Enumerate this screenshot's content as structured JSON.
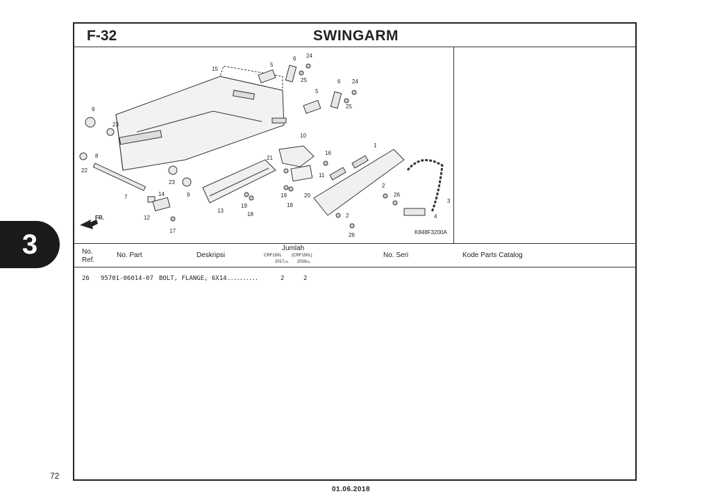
{
  "header": {
    "code": "F-32",
    "title": "SWINGARM"
  },
  "section_tab": "3",
  "page_number": "72",
  "footer_date": "01.06.2018",
  "diagram": {
    "image_code": "K848F3200A",
    "direction_label": "FR.",
    "callouts": [
      "1",
      "2",
      "2",
      "3",
      "4",
      "5",
      "5",
      "6",
      "6",
      "7",
      "8",
      "9",
      "9",
      "10",
      "11",
      "12",
      "13",
      "14",
      "15",
      "16",
      "17",
      "18",
      "18",
      "19",
      "19",
      "20",
      "21",
      "22",
      "23",
      "23",
      "24",
      "24",
      "25",
      "25",
      "26",
      "26"
    ]
  },
  "table": {
    "headers": {
      "no_ref": "No.\nRef.",
      "no_part": "No. Part",
      "deskripsi": "Deskripsi",
      "jumlah": "Jumlah",
      "model_1": "CRF150L",
      "model_2": "(CRF150L)",
      "year_1": "2017",
      "year_1_code": "(H)",
      "year_2": "2018",
      "year_2_code": "(K)",
      "no_seri": "No. Seri",
      "kode_parts": "Kode Parts Catalog"
    },
    "rows": [
      {
        "ref": "26",
        "part": "95701-06014-07",
        "desc": "BOLT, FLANGE, 6X14",
        "dots": "..........",
        "qty_2017": "2",
        "qty_2018": "2"
      }
    ]
  }
}
